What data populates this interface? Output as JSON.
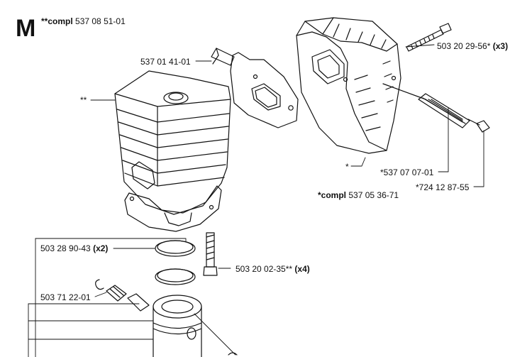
{
  "section_letter": "M",
  "header": {
    "prefix": "**compl",
    "part": "537 08 51-01"
  },
  "callouts": {
    "bracket": "537 01 41-01",
    "cylinder": "**",
    "screw_muffler_num": "503 20 29-56*",
    "screw_muffler_qty": "(x3)",
    "muffler_star": "*",
    "screen_num": "*537 07 07-01",
    "screw_small_num": "*724 12 87-55",
    "muffler_compl_prefix": "*compl",
    "muffler_compl_part": "537 05 36-71",
    "ring_num": "503 28 90-43",
    "ring_qty": "(x2)",
    "bolt_num": "503 20 02-35**",
    "bolt_qty": "(x4)",
    "bearing_num": "503 71 22-01"
  }
}
